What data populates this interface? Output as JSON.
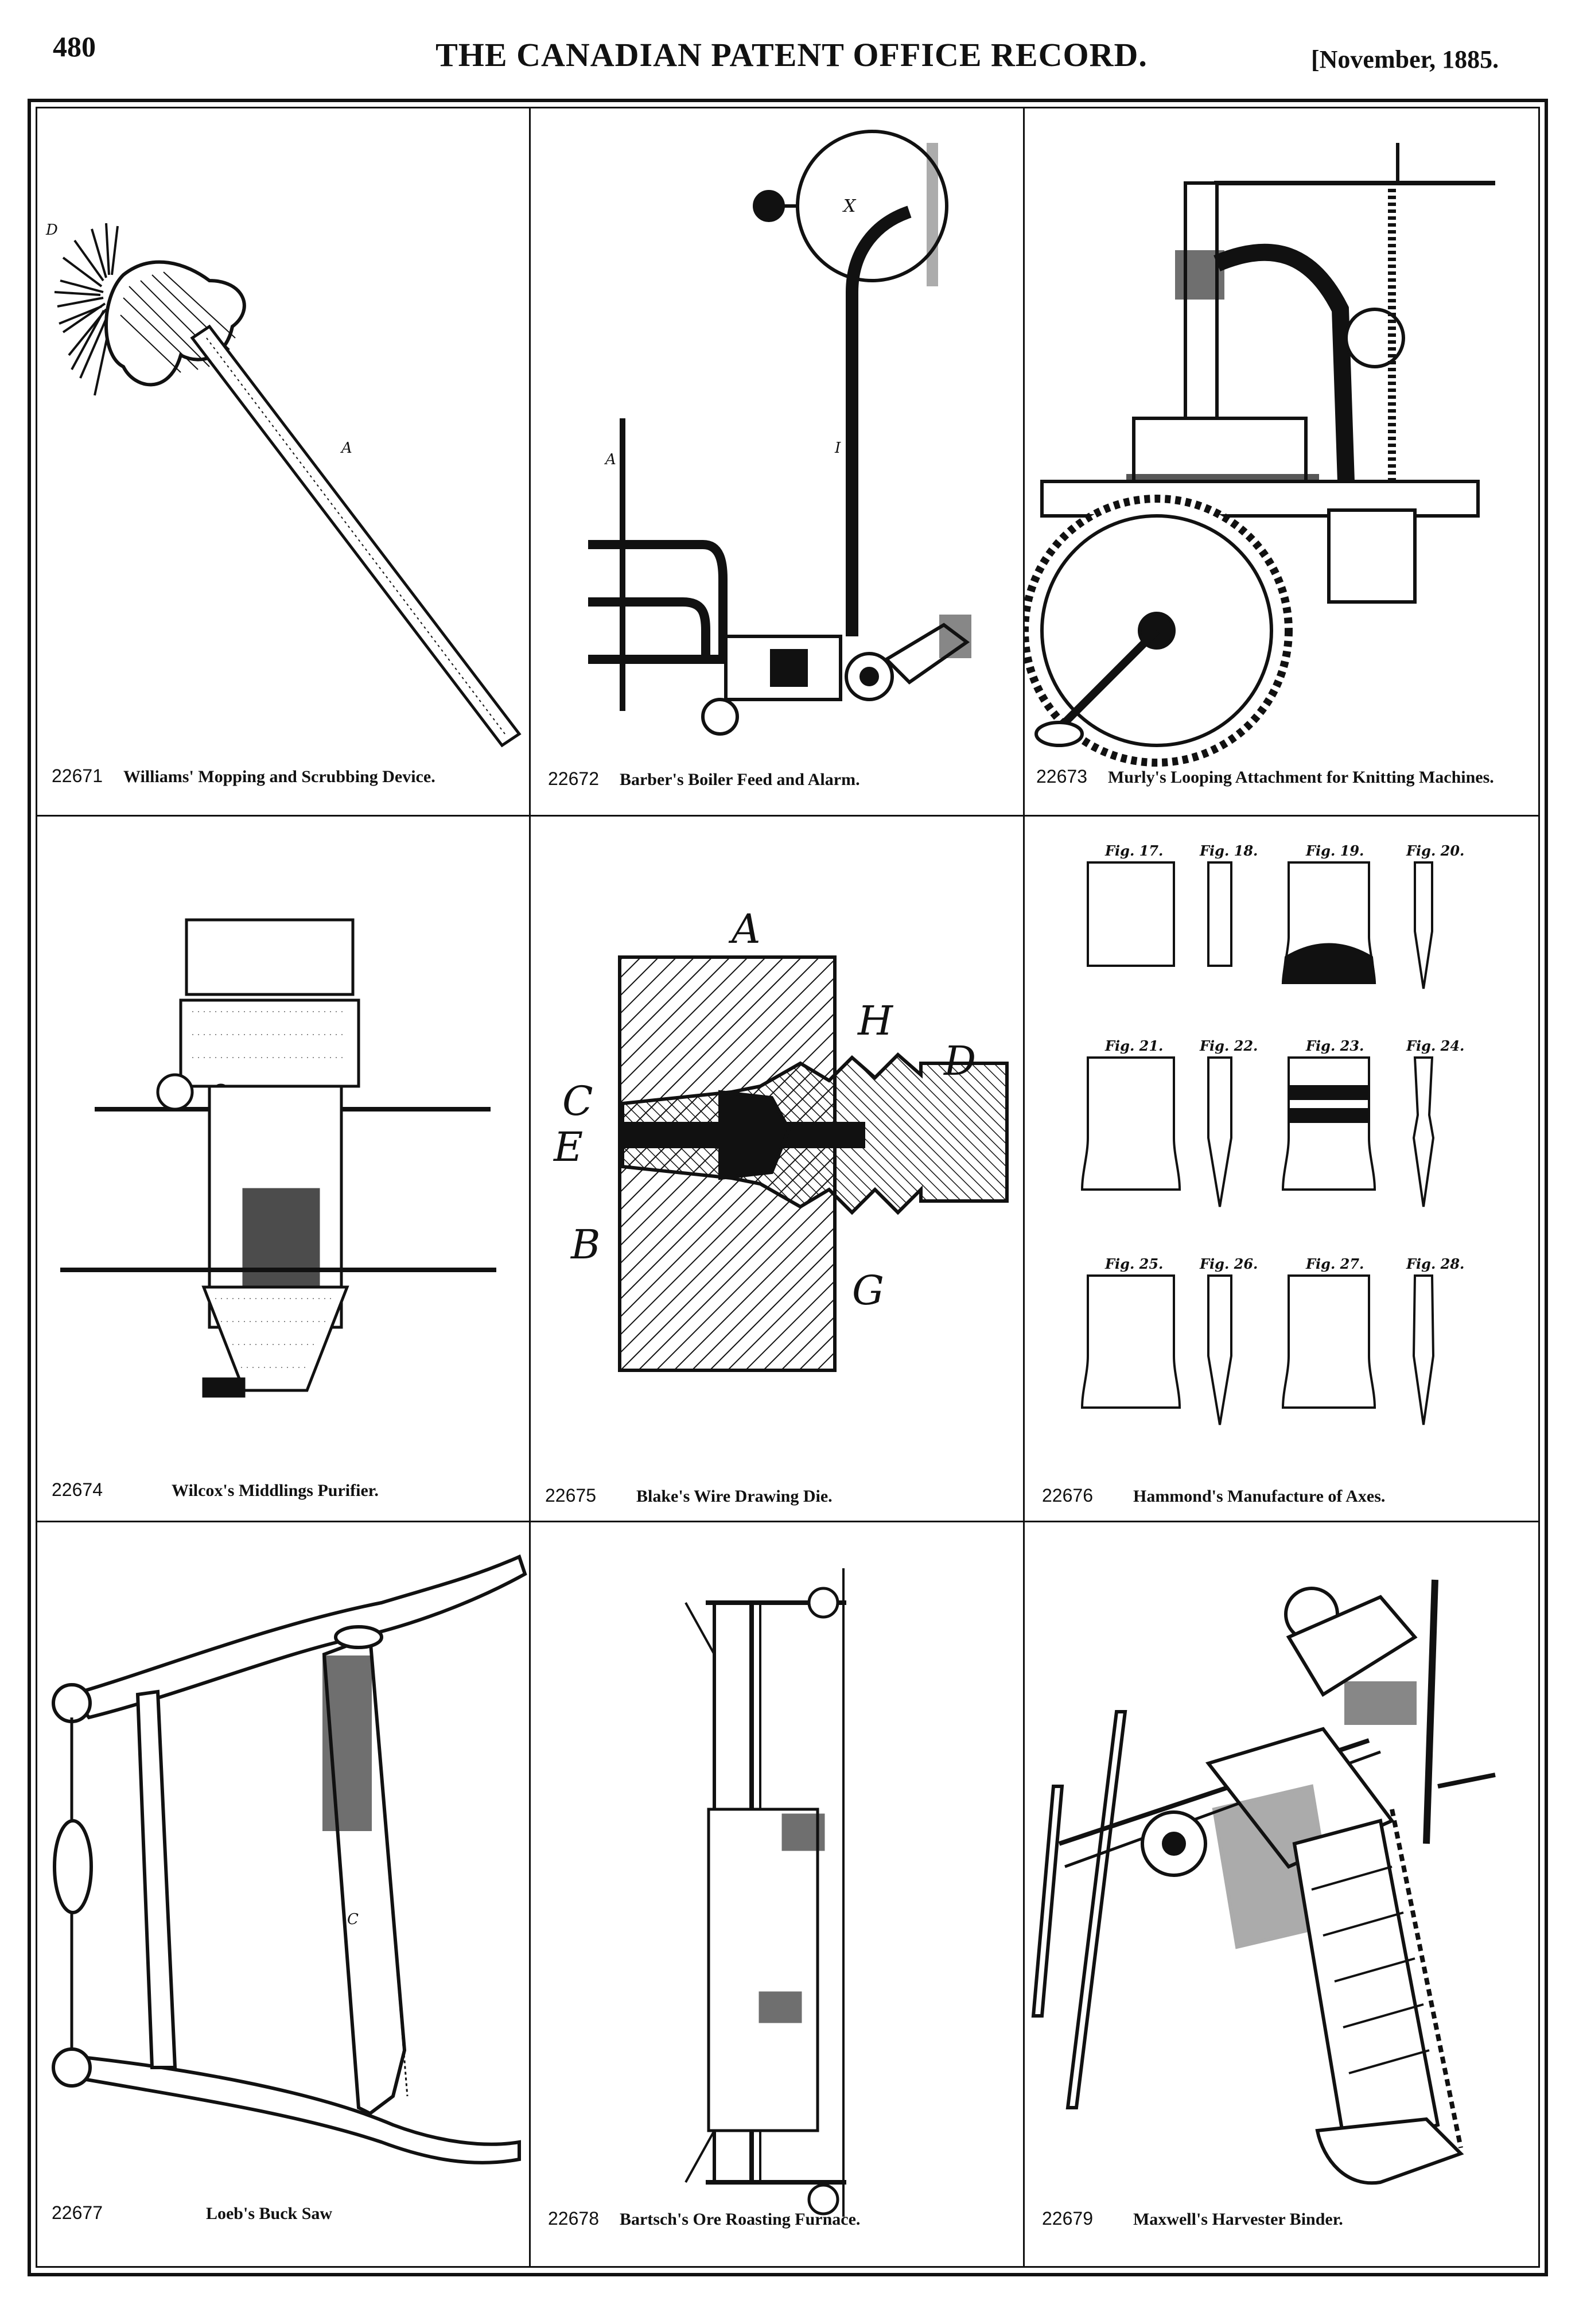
{
  "header": {
    "page_number": "480",
    "journal_title": "THE CANADIAN PATENT OFFICE RECORD.",
    "issue_date": "[November, 1885."
  },
  "patents": [
    {
      "number": "22671",
      "title": "Williams' Mopping and Scrubbing Device."
    },
    {
      "number": "22672",
      "title": "Barber's Boiler Feed and Alarm."
    },
    {
      "number": "22673",
      "title": "Murly's Looping Attachment for Knitting Machines."
    },
    {
      "number": "22674",
      "title": "Wilcox's Middlings Purifier."
    },
    {
      "number": "22675",
      "title": "Blake's Wire Drawing Die."
    },
    {
      "number": "22676",
      "title": "Hammond's Manufacture of Axes."
    },
    {
      "number": "22677",
      "title": "Loeb's Buck Saw"
    },
    {
      "number": "22678",
      "title": "Bartsch's Ore Roasting Furnace."
    },
    {
      "number": "22679",
      "title": "Maxwell's Harvester Binder."
    }
  ],
  "figure_labels": {
    "die": [
      "A",
      "H",
      "D",
      "C",
      "E",
      "B",
      "G"
    ],
    "axes": [
      "Fig. 17.",
      "Fig. 18.",
      "Fig. 19.",
      "Fig. 20.",
      "Fig. 21.",
      "Fig. 22.",
      "Fig. 23.",
      "Fig. 24.",
      "Fig. 25.",
      "Fig. 26.",
      "Fig. 27.",
      "Fig. 28."
    ],
    "mop": [
      "A",
      "D"
    ],
    "boiler": [
      "X",
      "A",
      "I"
    ],
    "saw": [
      "C"
    ]
  }
}
